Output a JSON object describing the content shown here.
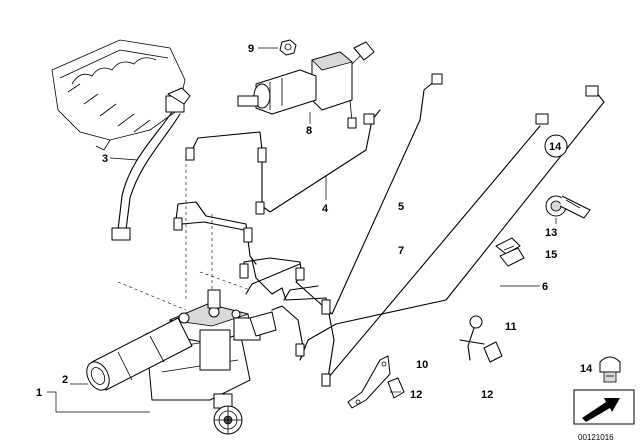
{
  "callouts": {
    "c1": "1",
    "c2": "2",
    "c3": "3",
    "c4": "4",
    "c5": "5",
    "c6": "6",
    "c7": "7",
    "c8": "8",
    "c9": "9",
    "c10": "10",
    "c11": "11",
    "c12a": "12",
    "c12b": "12",
    "c13": "13",
    "c14a": "14",
    "c14b": "14",
    "c15": "15"
  },
  "diagram_code": "00121016",
  "icons": {
    "reservoir": "hydraulic-reservoir-icon",
    "accumulator": "pressure-accumulator-icon",
    "pump": "hydraulic-pump-unit-icon",
    "cap": "protective-cap-icon",
    "orientation": "vehicle-orientation-arrow-icon"
  },
  "colors": {
    "line": "#000000",
    "shade": "#d9d9d9",
    "background": "#ffffff"
  }
}
